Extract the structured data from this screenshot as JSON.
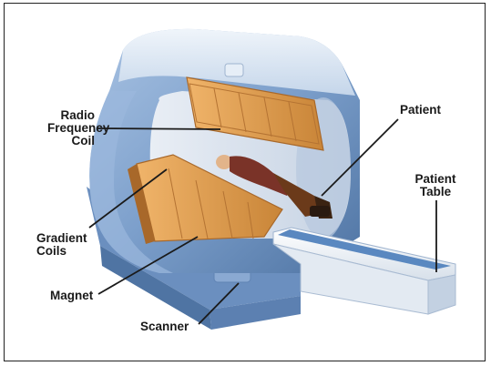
{
  "labels": {
    "radio_frequency_coil": "Radio\nFrequency\nCoil",
    "patient": "Patient",
    "patient_table": "Patient\nTable",
    "gradient_coils": "Gradient\nCoils",
    "magnet": "Magnet",
    "scanner": "Scanner"
  },
  "colors": {
    "scanner_blue": "#7c9fcb",
    "scanner_dark": "#4f74a3",
    "glass": "#dfe9f4",
    "coil_orange": "#d99a4e",
    "coil_dark": "#a8682a",
    "table_white": "#eef2f6",
    "table_blue": "#5a88c0",
    "shirt": "#7a3328",
    "pants": "#6b3a1a"
  }
}
